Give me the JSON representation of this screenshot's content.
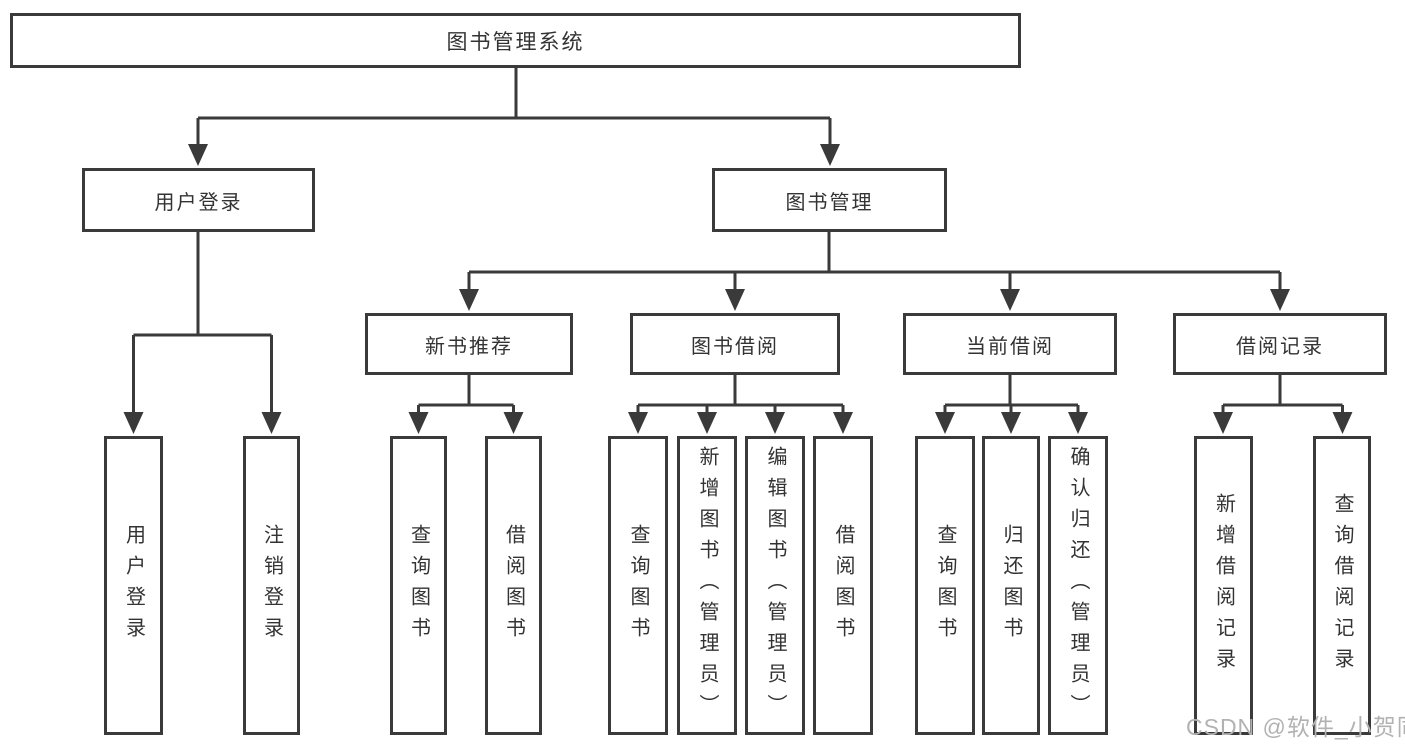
{
  "diagram_title": "图书管理系统",
  "tree": {
    "root": {
      "label": "图书管理系统",
      "children": [
        {
          "label": "用户登录",
          "children": [
            {
              "label": "用户登录"
            },
            {
              "label": "注销登录"
            }
          ]
        },
        {
          "label": "图书管理",
          "children": [
            {
              "label": "新书推荐",
              "children": [
                {
                  "label": "查询图书"
                },
                {
                  "label": "借阅图书"
                }
              ]
            },
            {
              "label": "图书借阅",
              "children": [
                {
                  "label": "查询图书"
                },
                {
                  "label": "新增图书（管理员）"
                },
                {
                  "label": "编辑图书（管理员）"
                },
                {
                  "label": "借阅图书"
                }
              ]
            },
            {
              "label": "当前借阅",
              "children": [
                {
                  "label": "查询图书"
                },
                {
                  "label": "归还图书"
                },
                {
                  "label": "确认归还（管理员）"
                }
              ]
            },
            {
              "label": "借阅记录",
              "children": [
                {
                  "label": "新增借阅记录"
                },
                {
                  "label": "查询借阅记录"
                }
              ]
            }
          ]
        }
      ]
    }
  },
  "watermark": {
    "text": "CSDN @软件_小贺同学"
  },
  "colors": {
    "line": "#3a3a3a",
    "text": "#333333",
    "watermark": "#b2b2b2",
    "background": "#ffffff"
  }
}
